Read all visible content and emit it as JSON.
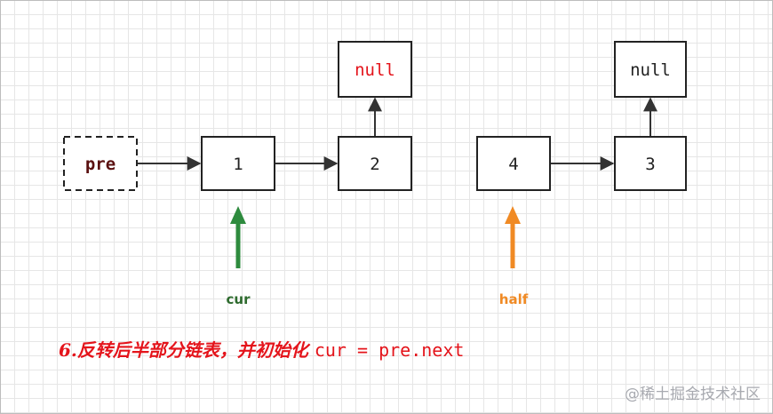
{
  "nodes": {
    "pre": "pre",
    "n1": "1",
    "n2": "2",
    "null_a": "null",
    "n4": "4",
    "n3": "3",
    "null_b": "null"
  },
  "pointers": {
    "cur": "cur",
    "half": "half"
  },
  "caption": {
    "text": "6.反转后半部分链表，并初始化 ",
    "code": "cur = pre.next"
  },
  "watermark": "@稀土掘金技术社区",
  "colors": {
    "box_stroke": "#222222",
    "null_red": "#e4141b",
    "pre_text": "#5a1010",
    "cur_green": "#2e8b3e",
    "half_orange": "#f08a24",
    "caption_red": "#e4141b",
    "arrow": "#333333"
  }
}
